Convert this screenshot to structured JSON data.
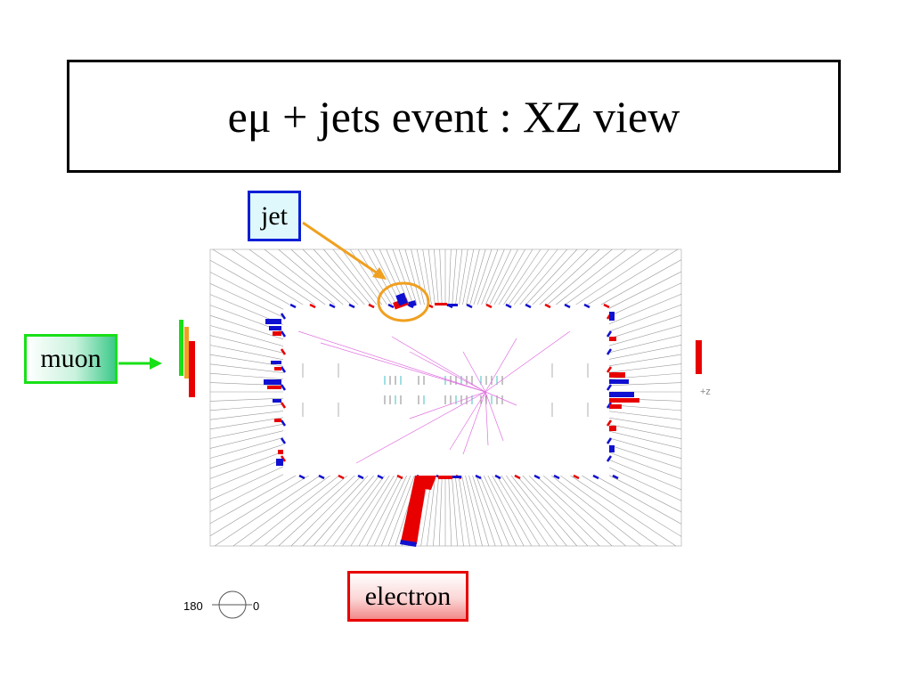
{
  "slide": {
    "title": "eμ + jets event : XZ view"
  },
  "labels": {
    "jet": "jet",
    "muon": "muon",
    "electron": "electron"
  },
  "detector": {
    "axis_label": "+z",
    "phi_left": "180",
    "phi_right": "0"
  },
  "colors": {
    "em_energy": "#e80000",
    "had_energy": "#1010d0",
    "jet_highlight": "#f0a020",
    "muon_arrow": "#18e018",
    "track": "#e070e0"
  }
}
